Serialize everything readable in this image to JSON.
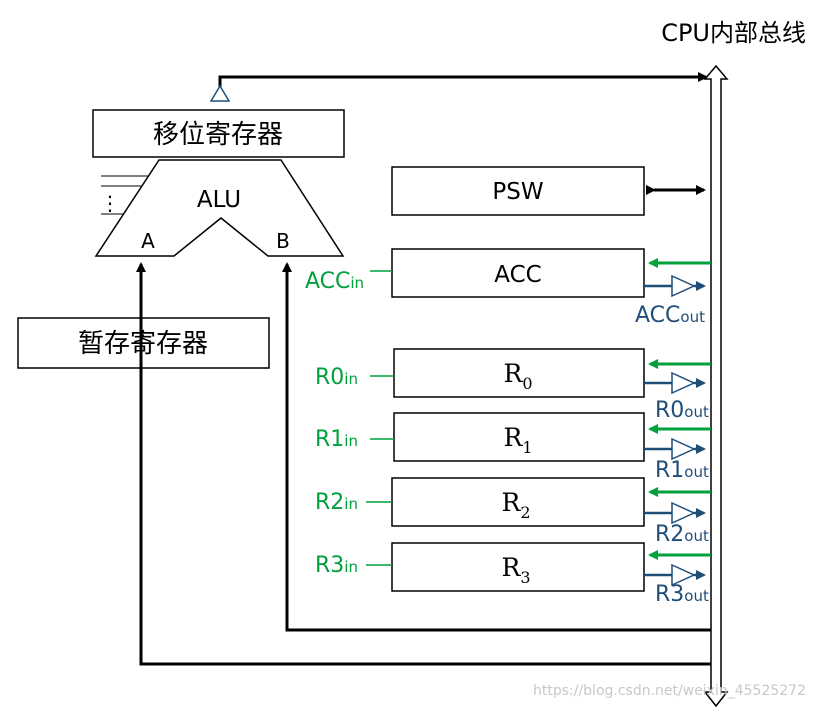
{
  "bus_label": "CPU内部总线",
  "shift_register": "移位寄存器",
  "temp_register": "暂存寄存器",
  "alu": {
    "label": "ALU",
    "input_a": "A",
    "input_b": "B",
    "flags_dots": "⋮"
  },
  "psw": "PSW",
  "acc": {
    "label": "ACC",
    "in_main": "ACC",
    "in_sub": "in",
    "out_main": "ACC",
    "out_sub": "out"
  },
  "registers": [
    {
      "main": "R",
      "sub": "0",
      "in_main": "R0",
      "in_sub": "in",
      "out_main": "R0",
      "out_sub": "out"
    },
    {
      "main": "R",
      "sub": "1",
      "in_main": "R1",
      "in_sub": "in",
      "out_main": "R1",
      "out_sub": "out"
    },
    {
      "main": "R",
      "sub": "2",
      "in_main": "R2",
      "in_sub": "in",
      "out_main": "R2",
      "out_sub": "out"
    },
    {
      "main": "R",
      "sub": "3",
      "in_main": "R3",
      "in_sub": "in",
      "out_main": "R3",
      "out_sub": "out"
    }
  ],
  "watermark": "https://blog.csdn.net/weixin_45525272",
  "colors": {
    "input_signal": "#00a03c",
    "output_signal": "#1f4e79",
    "wire": "#000000"
  }
}
